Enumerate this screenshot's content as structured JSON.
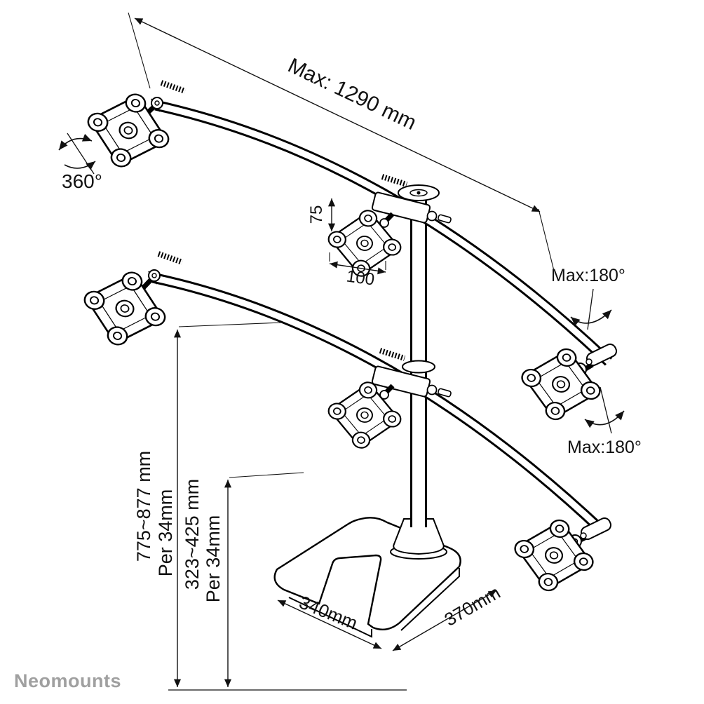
{
  "brand": {
    "logo": "Neomounts"
  },
  "diagram": {
    "annotations": {
      "max_width": "Max: 1290 mm",
      "rotation_360": "360°",
      "vesa_75": "75",
      "vesa_100": "100",
      "max_180_upper": "Max:180°",
      "max_180_lower": "Max:180°",
      "height_range_full": "775~877 mm",
      "height_step_full": "Per 34mm",
      "height_range_low": "323~425 mm",
      "height_step_low": "Per 34mm",
      "base_depth": "340mm",
      "base_width": "370mm"
    }
  }
}
